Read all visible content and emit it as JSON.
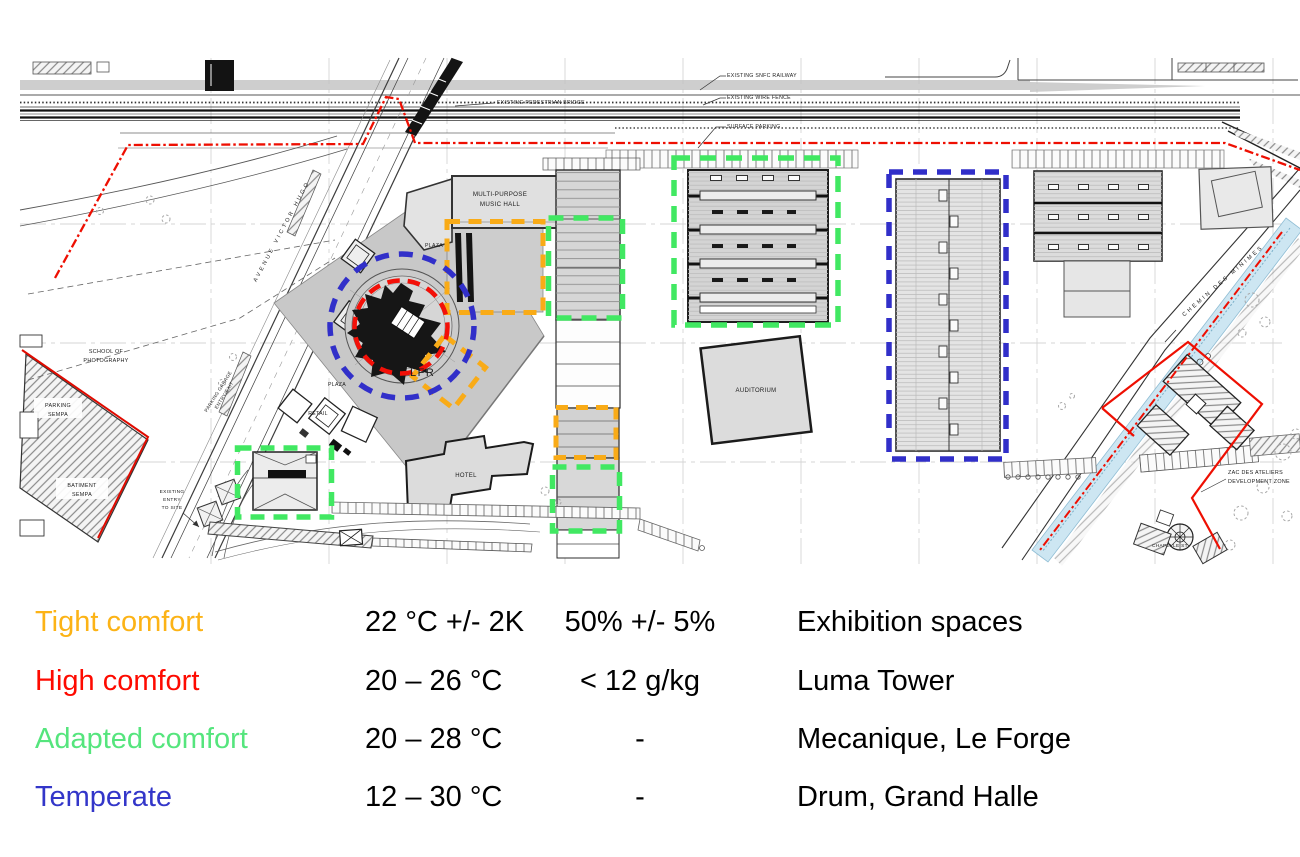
{
  "map": {
    "labels": {
      "snfc": "EXISTING SNFC RAILWAY",
      "wire_fence": "EXISTING WIRE FENCE",
      "surface_parking": "SURFACE PARKING",
      "pedestrian_bridge": "EXISTING PEDESTRIAN BRIDGE",
      "music_hall": [
        "MULTI-PURPOSE",
        "MUSIC HALL"
      ],
      "school": [
        "SCHOOL OF",
        "PHOTOGRAPHY"
      ],
      "parking_sempa": [
        "PARKING",
        "SEMPA"
      ],
      "batiment_sempa": [
        "BATIMENT",
        "SEMPA"
      ],
      "avenue": "AVENUE VICTOR HUGO",
      "garage": [
        "PARKING GARAGE",
        "ENTRY/EXIT"
      ],
      "entry": [
        "EXISTING",
        "ENTRY",
        "TO SITE"
      ],
      "plaza_a": "PLAZA",
      "plaza_b": "PLAZA",
      "retail": "RETAIL",
      "lfr": "LFR",
      "hotel": "HOTEL",
      "auditorium": "AUDITORIUM",
      "chemin": "CHEMIN DES MINIMES",
      "zac": [
        "ZAC DES ATELIERS",
        "DEVELOPMENT ZONE"
      ],
      "street": "CHAPELLE ST"
    },
    "boundary_color": "#ee0f02"
  },
  "zones": {
    "tight": {
      "name": "Tight comfort",
      "color": "#f9ab17"
    },
    "high": {
      "name": "High comfort",
      "color": "#f31008"
    },
    "adapted": {
      "name": "Adapted comfort",
      "color": "#41e862"
    },
    "temperate": {
      "name": "Temperate",
      "color": "#312fc9"
    }
  },
  "legend": {
    "rows": [
      {
        "label": "Tight comfort",
        "color": "#fcb316",
        "temperature": "22 °C +/- 2K",
        "humidity": "50% +/- 5%",
        "spaces": "Exhibition spaces"
      },
      {
        "label": "High comfort",
        "color": "#fe0a00",
        "temperature": "20 – 26 °C",
        "humidity": "< 12 g/kg",
        "spaces": "Luma Tower"
      },
      {
        "label": "Adapted comfort",
        "color": "#55e57d",
        "temperature": "20 – 28 °C",
        "humidity": "-",
        "spaces": "Mecanique, Le Forge"
      },
      {
        "label": "Temperate",
        "color": "#3336c9",
        "temperature": "12 – 30 °C",
        "humidity": "-",
        "spaces": "Drum, Grand Halle"
      }
    ]
  }
}
